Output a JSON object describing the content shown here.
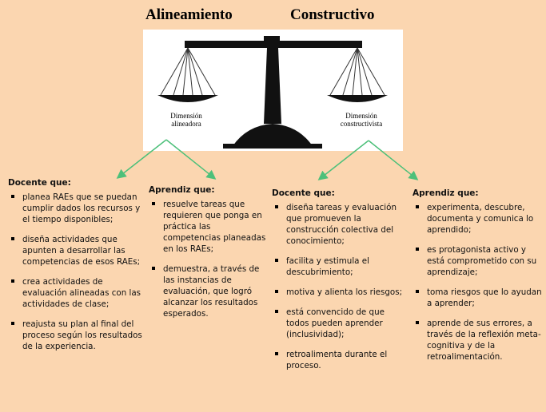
{
  "title": {
    "left": "Alineamiento",
    "right": "Constructivo"
  },
  "scale": {
    "left_label": "Dimensión\nalineadora",
    "right_label": "Dimensión\nconstructivista"
  },
  "columns": [
    {
      "heading": "Docente que:",
      "items": [
        "planea RAEs que se puedan cumplir dados los recursos y el tiempo disponibles;",
        "diseña actividades que apunten a desarrollar las competencias de esos RAEs;",
        "crea actividades de evaluación alineadas con las actividades de clase;",
        "reajusta su plan al final del proceso según los resultados de la experiencia."
      ]
    },
    {
      "heading": "Aprendiz que:",
      "items": [
        "resuelve tareas que requieren que ponga en práctica las competencias planeadas en los RAEs;",
        "demuestra, a través de las instancias de evaluación, que logró alcanzar los resultados esperados."
      ]
    },
    {
      "heading": "Docente que:",
      "items": [
        "diseña tareas y evaluación que promueven la construcción colectiva del conocimiento;",
        "facilita y estimula el descubrimiento;",
        "motiva y alienta los riesgos;",
        "está convencido de que todos pueden aprender (inclusividad);",
        "retroalimenta durante el proceso."
      ]
    },
    {
      "heading": "Aprendiz que:",
      "items": [
        "experimenta, descubre, documenta y comunica lo aprendido;",
        "es protagonista activo y está comprometido con su aprendizaje;",
        "toma riesgos que lo ayudan a aprender;",
        "aprende de sus errores, a través de la reflexión meta-cognitiva y de la retroalimentación."
      ]
    }
  ],
  "colors": {
    "background": "#fbd6b0",
    "arrow": "#4dc07a",
    "scale": "#111111"
  }
}
